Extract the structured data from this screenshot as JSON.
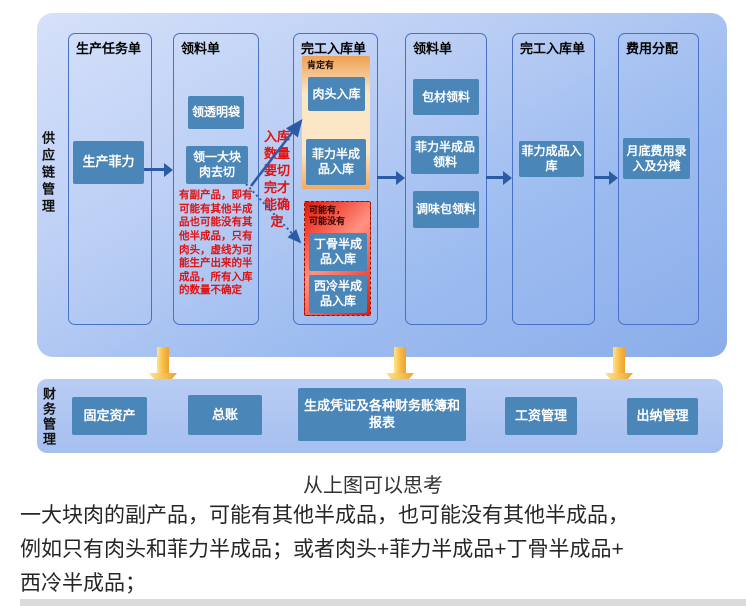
{
  "scm": {
    "section_label": "供应链管理",
    "edge_note": "入库数量要切完才能确定",
    "col1": {
      "title": "生产任务单",
      "box1": "生产菲力"
    },
    "col2": {
      "title": "领料单",
      "box1": "领透明袋",
      "box2": "领一大块肉去切",
      "note": "有副产品，即有可能有其他半成品也可能没有其他半成品，只有肉头，虚线为可能生产出来的半成品，所有入库的数量不确定"
    },
    "col3": {
      "title": "完工入库单",
      "group_sure": {
        "label": "肯定有",
        "box1": "肉头入库",
        "box2": "菲力半成品入库"
      },
      "group_maybe": {
        "label": "可能有，\n可能没有",
        "box1": "丁骨半成品入库",
        "box2": "西冷半成品入库"
      }
    },
    "col4": {
      "title": "领料单",
      "box1": "包材领料",
      "box2": "菲力半成品领料",
      "box3": "调味包领料"
    },
    "col5": {
      "title": "完工入库单",
      "box1": "菲力成品入库"
    },
    "col6": {
      "title": "费用分配",
      "box1": "月底费用录入及分摊"
    }
  },
  "finance": {
    "section_label": "财务管理",
    "box1": "固定资产",
    "box2": "总账",
    "box3": "生成凭证及各种财务账簿和报表",
    "box4": "工资管理",
    "box5": "出纳管理"
  },
  "caption": "从上图可以思考",
  "paragraph": {
    "line1": "一大块肉的副产品，可能有其他半成品，也可能没有其他半成品，",
    "line2": "例如只有肉头和菲力半成品；或者肉头+菲力半成品+丁骨半成品+",
    "line3": "西冷半成品；"
  },
  "colors": {
    "process_box_teal": "#4a86b8",
    "panel_blue_light": "#d6e1fa",
    "panel_blue_dark": "#8aadea",
    "finance_panel_blue": "#aec6f0",
    "flow_arrow_blue": "#2c5ba6",
    "annotation_red": "#e01212",
    "group_sure_orange": "#efa055",
    "group_sure_cream": "#fbe7c6",
    "group_maybe_red": "#e81506",
    "group_maybe_salmon": "#ff9282",
    "down_arrow_yellow": "#f6b944"
  }
}
